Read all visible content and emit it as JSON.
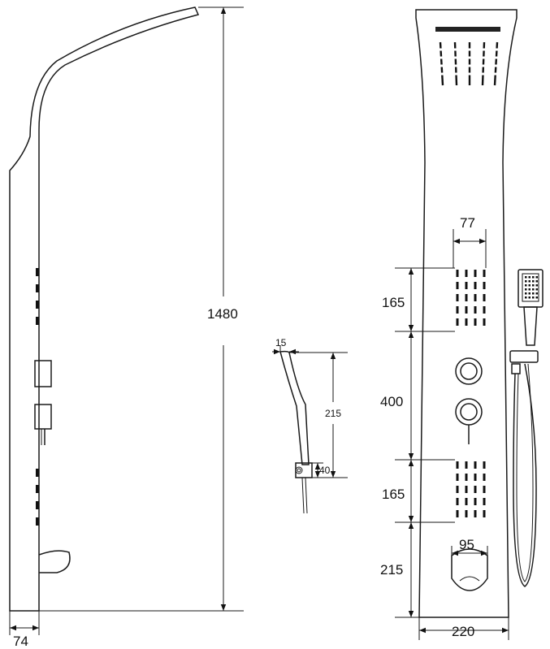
{
  "dimensions": {
    "total_height": "1480",
    "depth": "74",
    "handshower_tip": "15",
    "handshower_length": "215",
    "handshower_holder": "40",
    "jets_width": "77",
    "upper_jets_height": "165",
    "valve_zone_height": "400",
    "lower_jets_height": "165",
    "spout_zone_height": "215",
    "spout_width": "95",
    "panel_width": "220"
  }
}
